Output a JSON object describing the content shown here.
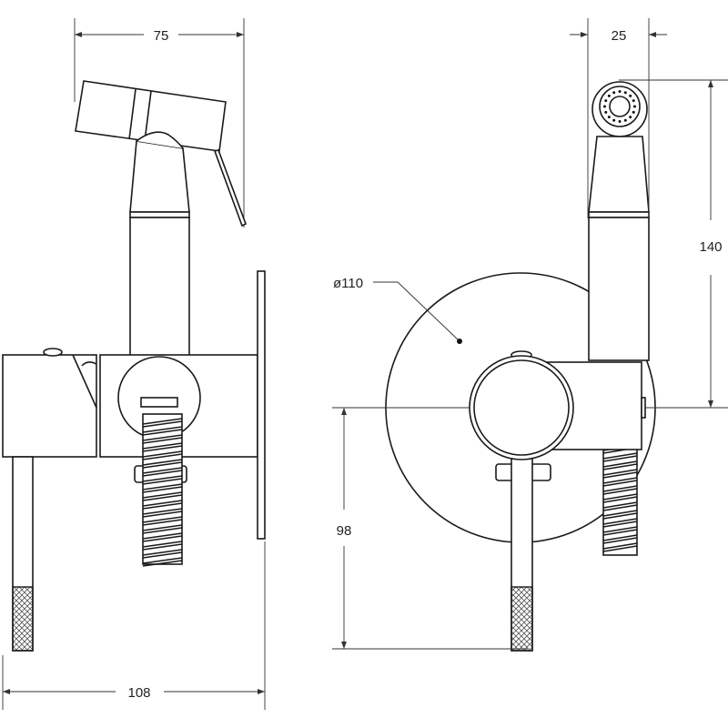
{
  "drawing": {
    "side_view": {
      "width_top": "75",
      "width_bottom": "108"
    },
    "front_view": {
      "head_width": "25",
      "height_above_axis": "140",
      "plate_diameter": "ø110",
      "depth_below_axis": "98"
    }
  },
  "colors": {
    "line": "#1a1a1a",
    "hatch": "#555555"
  }
}
